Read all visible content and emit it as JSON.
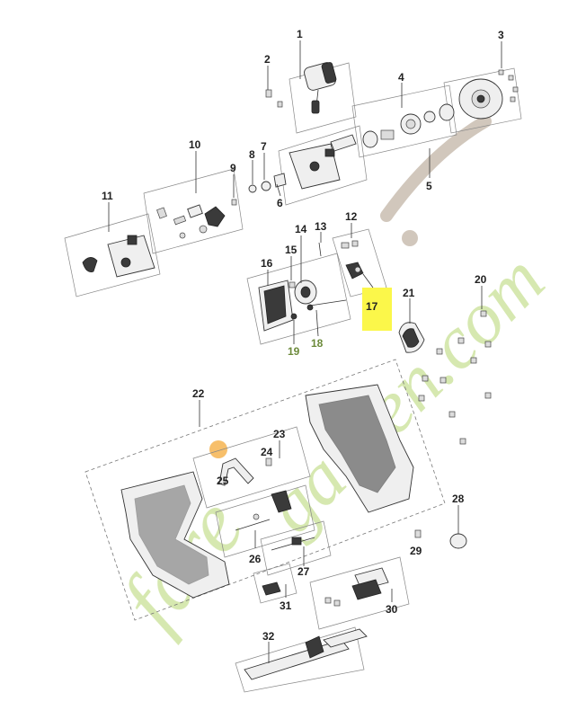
{
  "watermark": {
    "brand_left": "fare",
    "brand_right": "garden.com",
    "colors": {
      "green": "#cfe4a2",
      "orange": "#f6b450",
      "taupe": "#c9bdb0"
    }
  },
  "highlight_color": "#fbf74a",
  "callouts": [
    "1",
    "2",
    "3",
    "4",
    "5",
    "6",
    "7",
    "8",
    "9",
    "10",
    "11",
    "12",
    "13",
    "14",
    "15",
    "16",
    "17",
    "18",
    "19",
    "20",
    "21",
    "22",
    "23",
    "24",
    "25",
    "26",
    "27",
    "28",
    "29",
    "30",
    "31",
    "32"
  ]
}
